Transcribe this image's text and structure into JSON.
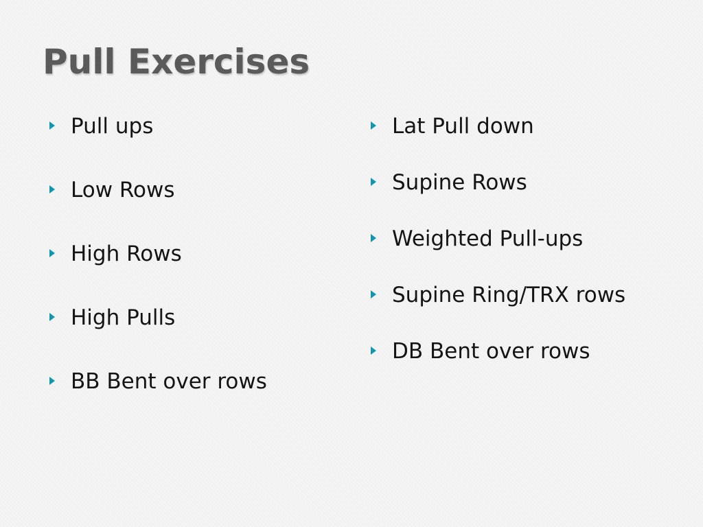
{
  "slide": {
    "title": "Pull Exercises",
    "accent_color": "#1a93a8",
    "bullet_icon": "triangle-right-icon",
    "left_column": [
      "Pull ups",
      "Low Rows",
      "High Rows",
      "High Pulls",
      "BB Bent over rows"
    ],
    "right_column": [
      "Lat Pull down",
      "Supine Rows",
      "Weighted Pull-ups",
      "Supine Ring/TRX rows",
      "DB Bent over rows"
    ]
  }
}
